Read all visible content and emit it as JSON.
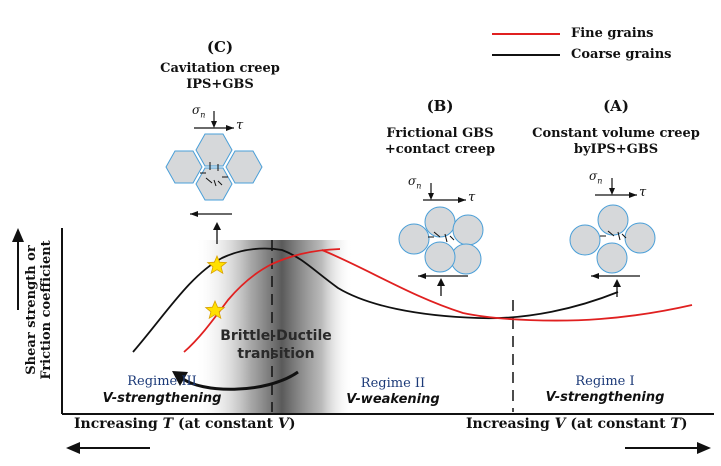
{
  "legend": {
    "fine": {
      "label": "Fine grains",
      "color": "#e02020"
    },
    "coarse": {
      "label": "Coarse grains",
      "color": "#111111"
    }
  },
  "panels": {
    "C": {
      "id": "(C)",
      "line1": "Cavitation creep",
      "line2": "IPS+GBS"
    },
    "B": {
      "id": "(B)",
      "line1": "Frictional GBS",
      "line2": "+contact creep"
    },
    "A": {
      "id": "(A)",
      "line1": "Constant volume creep",
      "line2": "byIPS+GBS"
    }
  },
  "stress_labels": {
    "normal": "σ",
    "normal_sub": "n",
    "shear": "τ"
  },
  "regimes": {
    "III": {
      "name": "Regime III",
      "v": "V-strengthening"
    },
    "II": {
      "name": "Regime II",
      "v": "V-weakening"
    },
    "I": {
      "name": "Regime I",
      "v": "V-strengthening"
    }
  },
  "transition": {
    "line1": "Brittle-Ductile",
    "line2": "transition"
  },
  "y_axis": {
    "line1": "Shear strength or",
    "line2": "Friction coefficient"
  },
  "x_axis": {
    "left_prefix": "Increasing ",
    "left_var": "T",
    "left_mid": " (at constant ",
    "left_var2": "V",
    "left_suffix": ")",
    "right_prefix": "Increasing ",
    "right_var": "V",
    "right_mid": " (at constant ",
    "right_var2": "T",
    "right_suffix": ")"
  },
  "colors": {
    "grain_fill": "#d6d8da",
    "grain_stroke": "#4a9fd8",
    "star": "#ffe000",
    "star_stroke": "#d8a000"
  }
}
